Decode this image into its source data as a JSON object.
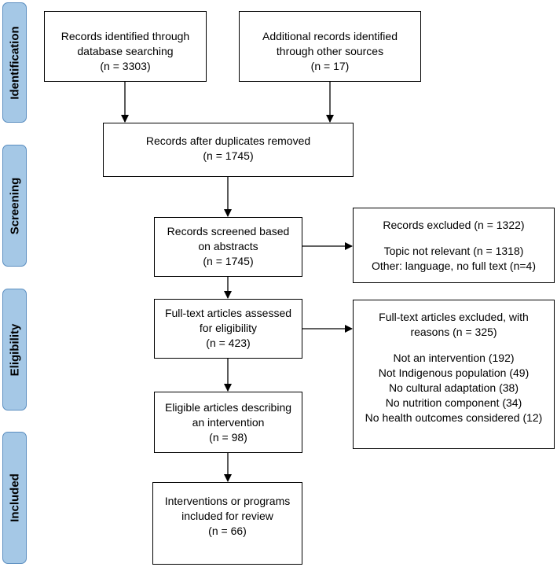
{
  "phases": {
    "identification": "Identification",
    "screening": "Screening",
    "eligibility": "Eligibility",
    "included": "Included"
  },
  "boxes": {
    "database_search": {
      "line1": "Records identified through",
      "line2": "database searching",
      "count": "(n =  3303)"
    },
    "other_sources": {
      "line1": "Additional records identified",
      "line2": "through other sources",
      "count": "(n = 17)"
    },
    "duplicates_removed": {
      "line1": "Records after duplicates removed",
      "count": "(n = 1745)"
    },
    "screened": {
      "line1": "Records screened based",
      "line2": "on abstracts",
      "count": "(n = 1745)"
    },
    "records_excluded": {
      "line1": "Records excluded (n = 1322)",
      "reason1": "Topic not relevant (n = 1318)",
      "reason2": "Other: language, no full text (n=4)"
    },
    "fulltext_assessed": {
      "line1": "Full-text articles assessed",
      "line2": "for eligibility",
      "count": "(n = 423)"
    },
    "fulltext_excluded": {
      "line1": "Full-text articles excluded, with",
      "line2": "reasons (n = 325)",
      "reasons": [
        "Not an intervention (192)",
        "Not Indigenous population (49)",
        "No cultural adaptation (38)",
        "No nutrition component (34)",
        "No health outcomes considered (12)"
      ]
    },
    "eligible": {
      "line1": "Eligible articles describing",
      "line2": "an intervention",
      "count": "(n =  98)"
    },
    "included": {
      "line1": "Interventions or programs",
      "line2": "included for review",
      "count": "(n =  66)"
    }
  }
}
